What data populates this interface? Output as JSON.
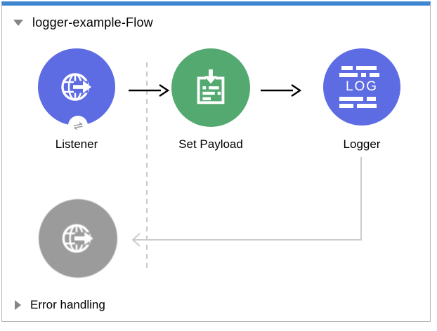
{
  "flow": {
    "title": "logger-example-Flow",
    "error_handling_label": "Error handling"
  },
  "nodes": {
    "listener": {
      "label": "Listener"
    },
    "set_payload": {
      "label": "Set Payload"
    },
    "logger": {
      "label": "Logger",
      "icon_text": "LOG"
    }
  },
  "icons": {
    "badge_glyph": "⇌"
  },
  "colors": {
    "node_blue": "#5e6ce4",
    "node_green": "#53a96f",
    "node_gray": "#9b9b9b",
    "top_border_blue": "#3f86d1",
    "frame_border_gray": "#b6b6b6",
    "connector_gray": "#cccccc",
    "dashed_line_gray": "#c9c9c9",
    "arrow_black": "#000000"
  }
}
